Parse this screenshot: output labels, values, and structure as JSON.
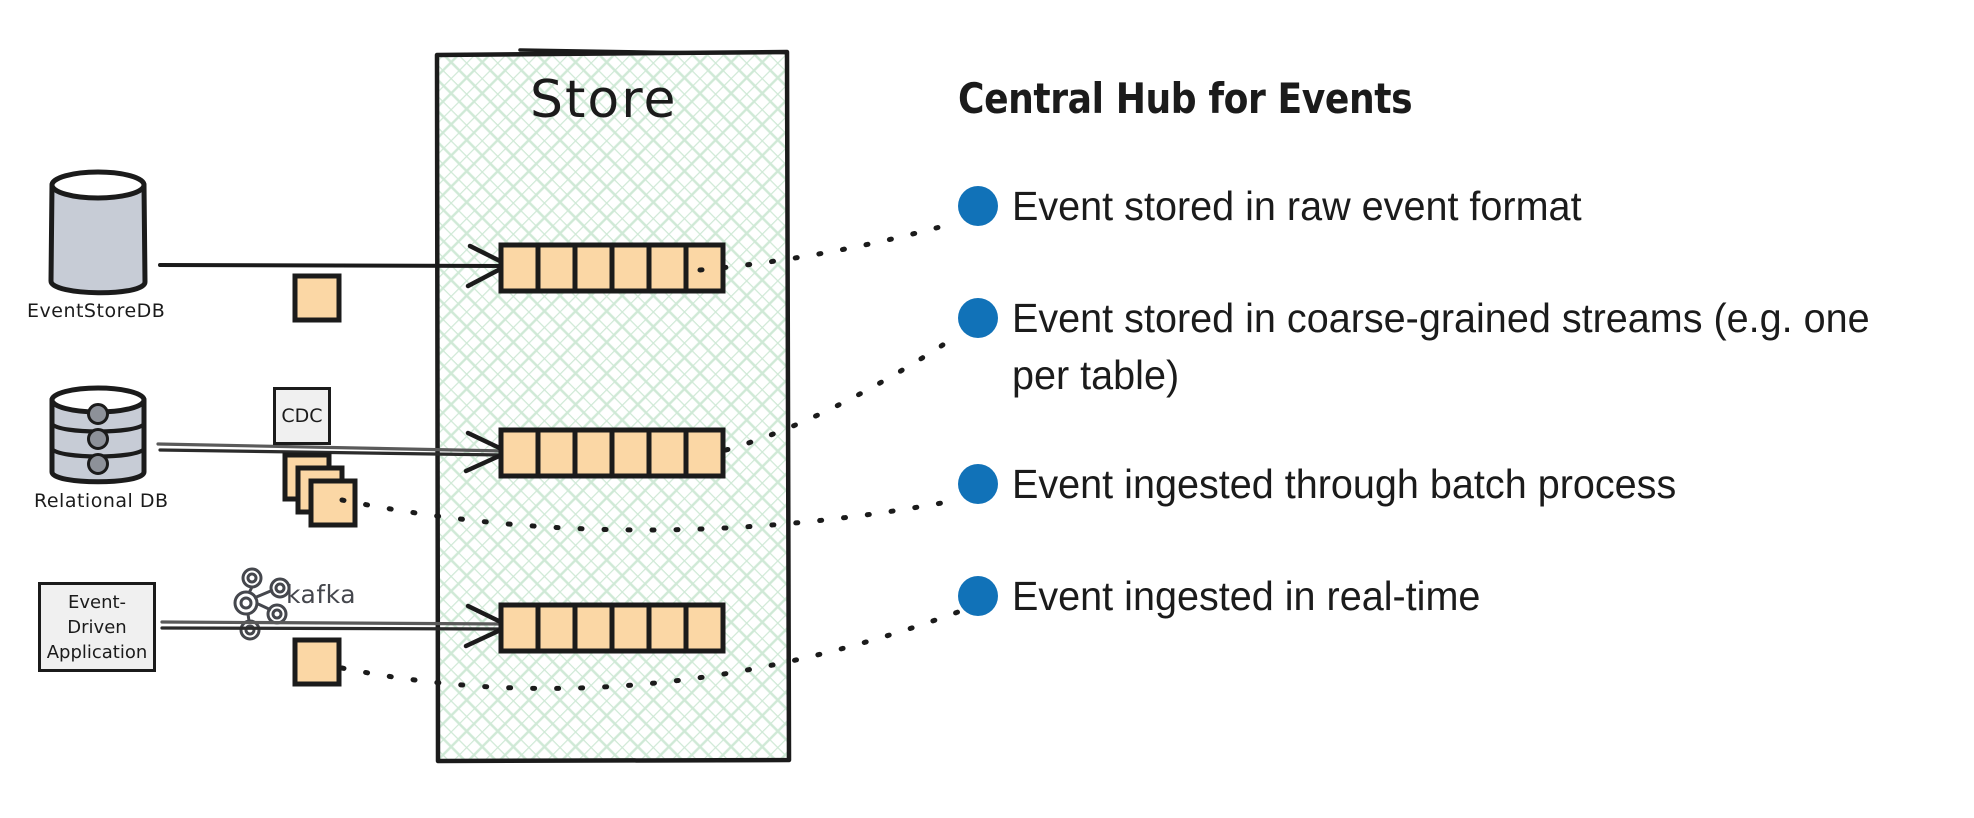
{
  "diagram": {
    "title": "Central Hub for Events",
    "store": {
      "label": "Store",
      "segments_per_stream": 6,
      "stream_count": 3
    },
    "sources": [
      {
        "id": "eventstoredb",
        "label": "EventStoreDB",
        "icon": "database-cylinder-icon",
        "pipeline_icon": "single-event-square-icon",
        "pipeline_label": ""
      },
      {
        "id": "relational-db",
        "label": "Relational DB",
        "icon": "database-stack-icon",
        "pipeline_icon": "stacked-events-squares-icon",
        "pipeline_label": "CDC"
      },
      {
        "id": "event-driven-application",
        "label": "Event-\nDriven\nApplication",
        "label_lines": [
          "Event-",
          "Driven",
          "Application"
        ],
        "icon": "application-box-icon",
        "pipeline_icon": "single-event-square-icon",
        "pipeline_label": "kafka"
      }
    ],
    "bullets": [
      {
        "id": "raw-event-format",
        "text": "Event stored in raw event format"
      },
      {
        "id": "coarse-grained-streams",
        "text": "Event stored in coarse-grained streams (e.g. one per table)"
      },
      {
        "id": "batch-process",
        "text": "Event ingested through batch process"
      },
      {
        "id": "real-time",
        "text": "Event ingested in real-time"
      }
    ],
    "colors": {
      "bullet_blue": "#1172b8",
      "event_orange": "#fbd7a5",
      "store_grid_green": "#cfe9d6",
      "ink_black": "#1b1b1b",
      "box_gray": "#f0f0f0",
      "cylinder_gray": "#c7ccd6"
    }
  }
}
